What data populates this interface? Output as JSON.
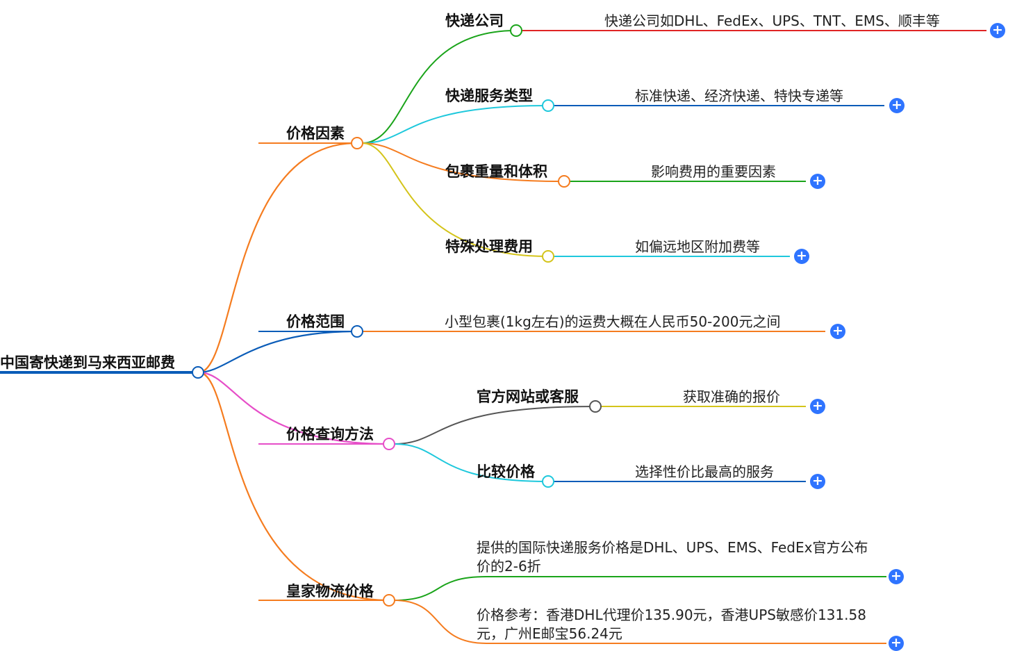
{
  "root": {
    "label": "中国寄快递到马来西亚邮费",
    "color": "#0a5cb8"
  },
  "branches": [
    {
      "label": "价格因素",
      "color": "#f57c1f",
      "children": [
        {
          "label": "快递公司",
          "color": "#1aa41a",
          "leaf": "快递公司如DHL、FedEx、UPS、TNT、EMS、顺丰等",
          "leaf_color": "#e02424"
        },
        {
          "label": "快递服务类型",
          "color": "#1ec8dc",
          "leaf": "标准快递、经济快递、特快专递等",
          "leaf_color": "#0a5cb8"
        },
        {
          "label": "包裹重量和体积",
          "color": "#f57c1f",
          "leaf": "影响费用的重要因素",
          "leaf_color": "#1aa41a"
        },
        {
          "label": "特殊处理费用",
          "color": "#d4c41a",
          "leaf": "如偏远地区附加费等",
          "leaf_color": "#1ec8dc"
        }
      ]
    },
    {
      "label": "价格范围",
      "color": "#0a5cb8",
      "leaf": "小型包裹(1kg左右)的运费大概在人民币50-200元之间",
      "leaf_color": "#f57c1f"
    },
    {
      "label": "价格查询方法",
      "color": "#e64ec8",
      "children": [
        {
          "label": "官方网站或客服",
          "color": "#555555",
          "leaf": "获取准确的报价",
          "leaf_color": "#d4c41a"
        },
        {
          "label": "比较价格",
          "color": "#1ec8dc",
          "leaf": "选择性价比最高的服务",
          "leaf_color": "#0a5cb8"
        }
      ]
    },
    {
      "label": "皇家物流价格",
      "color": "#f57c1f",
      "notes": [
        {
          "text": "提供的国际快递服务价格是DHL、UPS、EMS、FedEx官方公布价的2-6折",
          "color": "#1aa41a"
        },
        {
          "text": "价格参考：香港DHL代理价135.90元，香港UPS敏感价131.58元，广州E邮宝56.24元",
          "color": "#f57c1f"
        }
      ]
    }
  ],
  "expand_icon": "plus-circle-icon"
}
